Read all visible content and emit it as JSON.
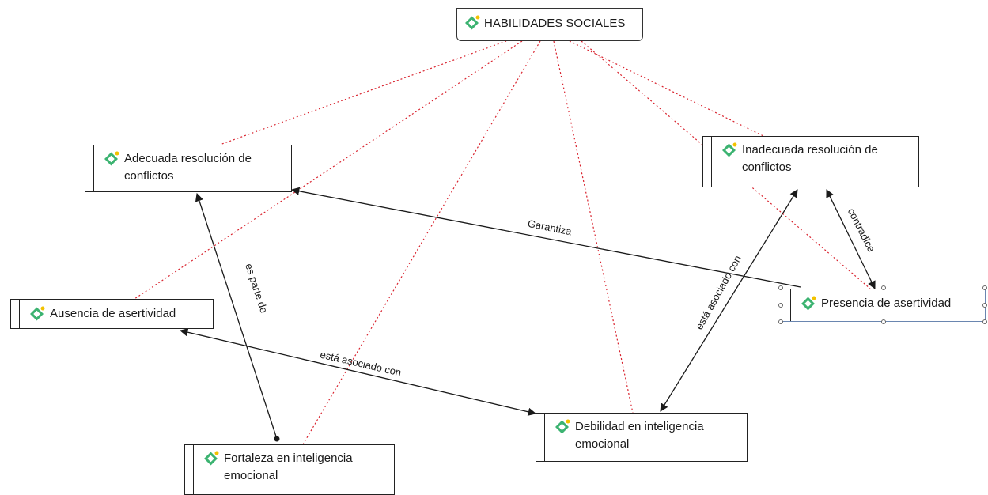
{
  "root": {
    "label": "HABILIDADES SOCIALES"
  },
  "nodes": {
    "adecuada": {
      "line1": "Adecuada resolución de",
      "line2": "conflictos"
    },
    "inadecuada": {
      "line1": "Inadecuada resolución de",
      "line2": "conflictos"
    },
    "ausencia": {
      "line1": "Ausencia de asertividad"
    },
    "presencia": {
      "line1": "Presencia de asertividad"
    },
    "debilidad": {
      "line1": "Debilidad en inteligencia",
      "line2": "emocional"
    },
    "fortaleza": {
      "line1": "Fortaleza en inteligencia",
      "line2": "emocional"
    }
  },
  "links": {
    "garantiza": "Garantiza",
    "contradice": "contradice",
    "es_parte_de": "es parte de",
    "asociado_1": "está asociado con",
    "asociado_2": "está asociado con"
  },
  "colors": {
    "hierarchy_line": "#d9232e",
    "relation_line": "#1a1a1a",
    "code_icon": "#3cb371",
    "code_icon_dot": "#f2c200"
  }
}
